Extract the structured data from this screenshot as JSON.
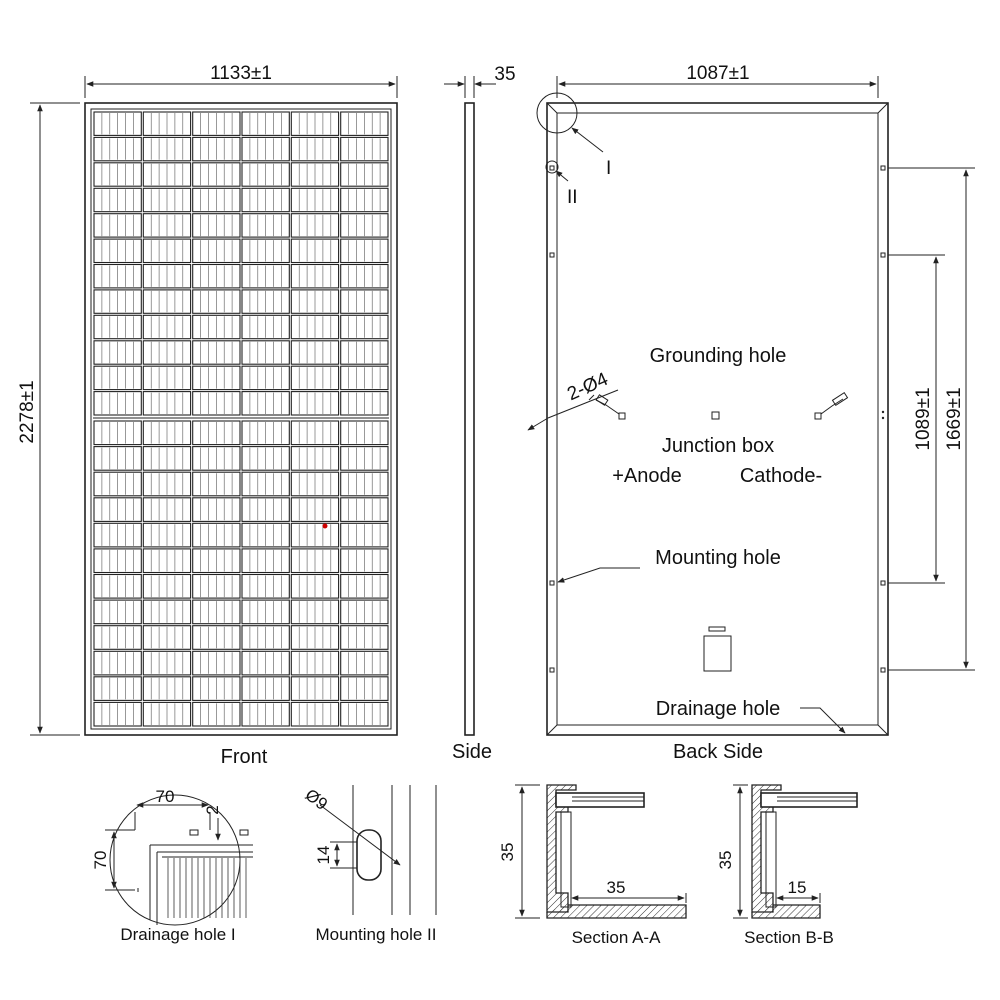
{
  "front": {
    "caption": "Front",
    "width_dim": "1133±1",
    "height_dim": "2278±1"
  },
  "side": {
    "caption": "Side",
    "thickness_dim": "35"
  },
  "back": {
    "caption": "Back Side",
    "width_dim": "1087±1",
    "mount_span_dim": "1669±1",
    "inner_span_dim": "1089±1",
    "detail_marker_1": "I",
    "detail_marker_2": "II",
    "grounding_label": "Grounding hole",
    "hole_spec": "2-Ø4",
    "junction_label": "Junction box",
    "anode_label": "+Anode",
    "cathode_label": "Cathode-",
    "mounting_label": "Mounting hole",
    "drainage_label": "Drainage hole"
  },
  "details": {
    "drainage": {
      "caption": "Drainage hole I",
      "dim_a": "70",
      "dim_b": "2",
      "dim_c": "70"
    },
    "mounting": {
      "caption": "Mounting hole II",
      "dia": "Ø9",
      "dim": "14"
    },
    "section_a": {
      "caption": "Section A-A",
      "height": "35",
      "width": "35"
    },
    "section_b": {
      "caption": "Section B-B",
      "height": "35",
      "width": "15"
    }
  },
  "colors": {
    "line": "#222222",
    "marker": "#cc0000"
  }
}
